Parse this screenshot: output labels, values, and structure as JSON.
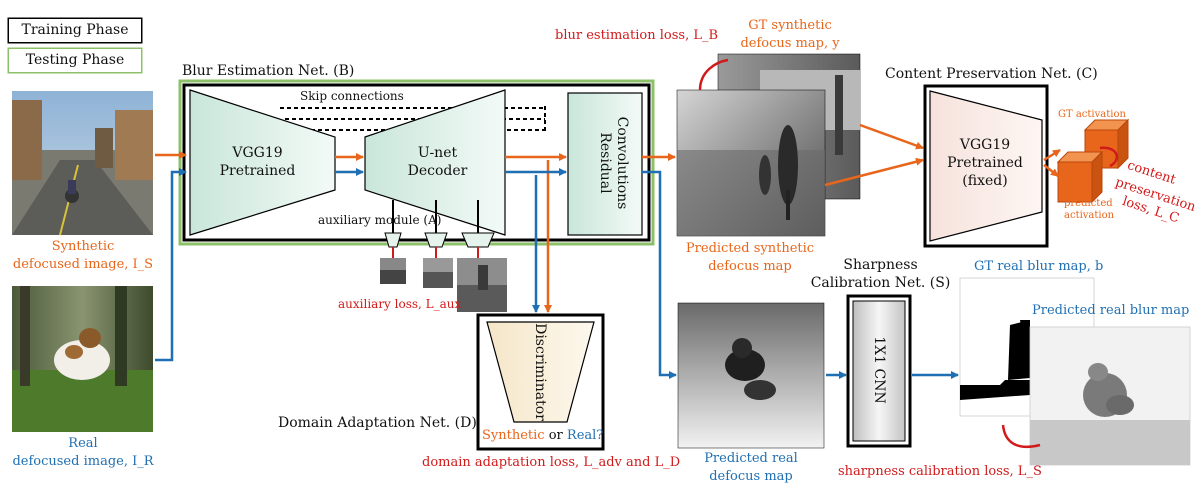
{
  "legend": {
    "training": "Training Phase",
    "testing": "Testing Phase"
  },
  "blur_estimation": {
    "title": "Blur Estimation Net. (B)",
    "skip_connections": "Skip connections",
    "vgg_line1": "VGG19",
    "vgg_line2": "Pretrained",
    "unet_line1": "U-net",
    "unet_line2": "Decoder",
    "residual_line1": "Residual",
    "residual_line2": "Convolutions",
    "auxiliary_module": "auxiliary module (A)",
    "auxiliary_loss": "auxiliary loss, L_aux"
  },
  "inputs": {
    "synthetic_line1": "Synthetic",
    "synthetic_line2": "defocused image, I_S",
    "real_line1": "Real",
    "real_line2": "defocused image, I_R"
  },
  "synthetic_maps": {
    "blur_loss": "blur estimation loss, L_B",
    "gt_line1": "GT synthetic",
    "gt_line2": "defocus map, y",
    "pred_line1": "Predicted synthetic",
    "pred_line2": "defocus map"
  },
  "content_preservation": {
    "title": "Content Preservation Net. (C)",
    "vgg_line1": "VGG19",
    "vgg_line2": "Pretrained",
    "vgg_line3": "(fixed)",
    "gt_activation": "GT activation",
    "pred_activation_line1": "predicted",
    "pred_activation_line2": "activation",
    "loss_line1": "content",
    "loss_line2": "preservation",
    "loss_line3": "loss, L_C"
  },
  "domain_adaptation": {
    "title": "Domain Adaptation Net. (D)",
    "discriminator": "Discriminator",
    "synthetic": "Synthetic",
    "or": "or",
    "real": "Real?",
    "loss": "domain adaptation loss, L_adv and L_D"
  },
  "real_maps": {
    "pred_line1": "Predicted real",
    "pred_line2": "defocus map",
    "sharpness_title_line1": "Sharpness",
    "sharpness_title_line2": "Calibration Net. (S)",
    "cnn": "1X1 CNN",
    "gt_real": "GT real blur map, b",
    "pred_real": "Predicted real blur map",
    "sharpness_loss": "sharpness calibration loss, L_S"
  },
  "colors": {
    "orange": "#e8661b",
    "blue": "#1e6fb3",
    "red": "#d11a1a",
    "green": "#8cc16a",
    "teal_fill": "#d8ece4"
  }
}
